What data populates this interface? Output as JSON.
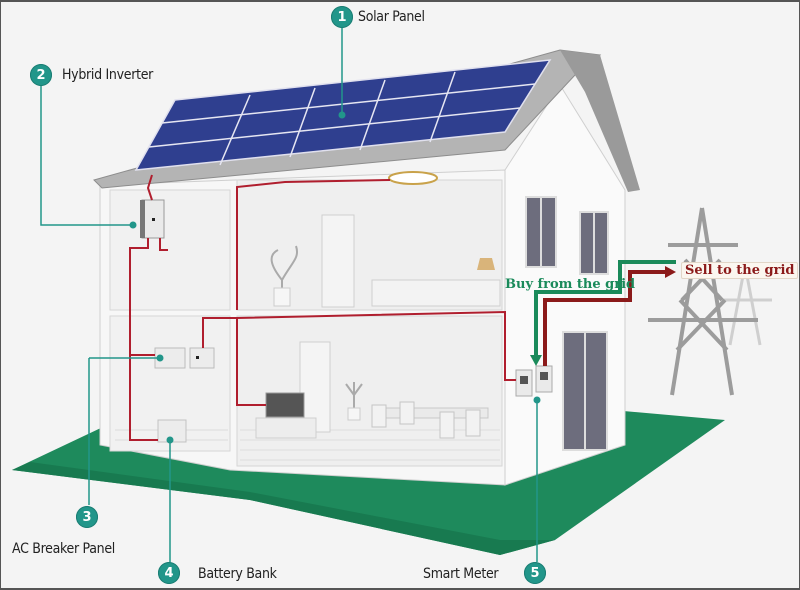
{
  "diagram": {
    "title": "Hybrid solar system diagram",
    "colors": {
      "badge_teal": "#22968a",
      "lawn_green": "#1e8a5c",
      "wire_red": "#b01e2e",
      "buy_green": "#1a8a5a",
      "sell_red": "#8b1a1a",
      "panel_blue": "#2f3f8f",
      "roof_gray": "#a8a8a8"
    },
    "components": [
      {
        "number": "1",
        "label": "Solar Panel"
      },
      {
        "number": "2",
        "label": "Hybrid Inverter"
      },
      {
        "number": "3",
        "label": "AC Breaker Panel"
      },
      {
        "number": "4",
        "label": "Battery Bank"
      },
      {
        "number": "5",
        "label": "Smart Meter"
      }
    ],
    "flows": {
      "buy": "Buy from the grid",
      "sell": "Sell to the grid"
    }
  }
}
